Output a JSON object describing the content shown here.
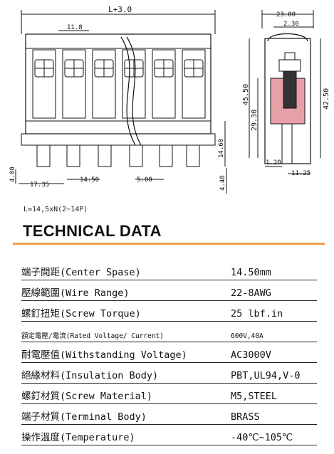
{
  "drawing": {
    "dims": {
      "length": "L+3.0",
      "pitch_top": "11.8",
      "width_23": "23.00",
      "dim_230": "2.30",
      "height_4550": "45.50",
      "height_2930": "29.30",
      "height_4250": "42.50",
      "height_1460": "14.60",
      "pin_400": "4.00",
      "pin_1735": "17.35",
      "pin_1450": "14.50",
      "pin_500": "5.00",
      "pin_440": "4.40",
      "side_120": "1.20",
      "side_1125": "11.25"
    }
  },
  "formula": "L=14,5xN(2~14P)",
  "heading": "TECHNICAL DATA",
  "specs": [
    {
      "label": "端子間距(Center Spase)",
      "value": "14.50mm"
    },
    {
      "label": "壓線範圍(Wire Range)",
      "value": "22-8AWG"
    },
    {
      "label": "螺釘扭矩(Screw Torque)",
      "value": "25 lbf.in"
    },
    {
      "label": "額定電壓/電流(Rated Voltage/ Current)",
      "value": "600V,40A"
    },
    {
      "label": "耐電壓值(Withstanding Voltage)",
      "value": "AC3000V"
    },
    {
      "label": "絕緣材料(Insulation Body)",
      "value": "PBT,UL94,V-0"
    },
    {
      "label": "螺釘材質(Screw Material)",
      "value": "M5,STEEL"
    },
    {
      "label": "端子材質(Terminal Body)",
      "value": "BRASS"
    },
    {
      "label": "操作溫度(Temperature)",
      "value": "-40℃~105℃"
    }
  ]
}
